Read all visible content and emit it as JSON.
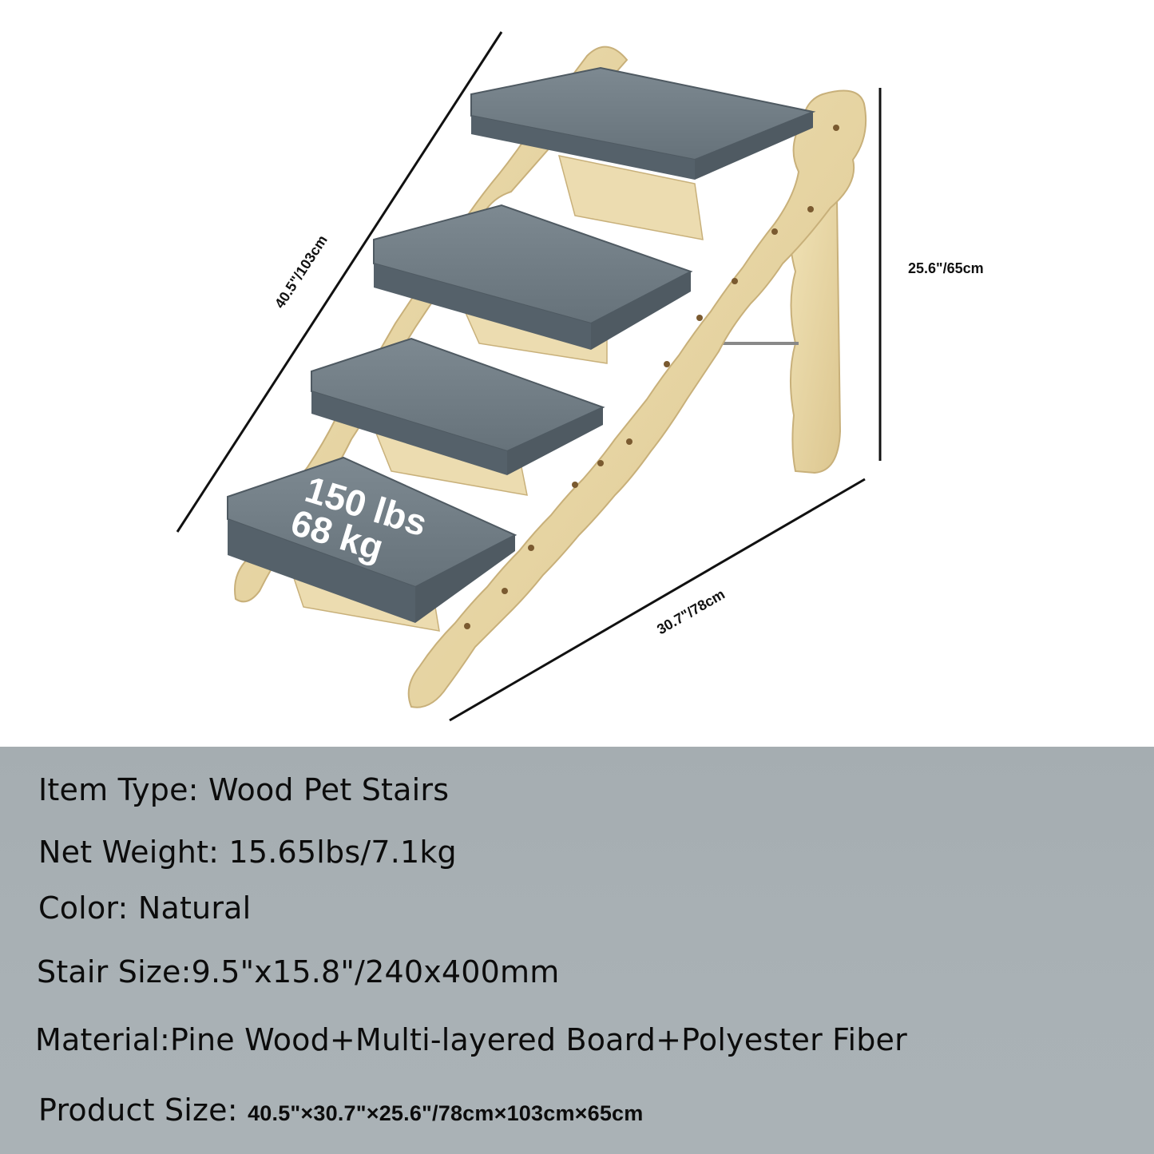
{
  "dimensions": {
    "diagonal": "40.5\"/103cm",
    "height": "25.6\"/65cm",
    "depth": "30.7\"/78cm"
  },
  "step_label": {
    "line1": "150 lbs",
    "line2": "68 kg"
  },
  "specs": {
    "item_type": "Item Type: Wood Pet Stairs",
    "net_weight": "Net Weight: 15.65lbs/7.1kg",
    "color": "Color: Natural",
    "stair_size": "Stair Size:9.5\"x15.8\"/240x400mm",
    "material": "Material:Pine Wood+Multi-layered Board+Polyester Fiber",
    "product_size_label": "Product Size:",
    "product_size_value": "40.5\"×30.7\"×25.6\"/78cm×103cm×65cm"
  },
  "colors": {
    "wood": "#e9d7a6",
    "wood_edge": "#c8b07a",
    "carpet": "#6e7a83",
    "carpet_dark": "#4f5a62",
    "panel": "#a8b0b4"
  }
}
